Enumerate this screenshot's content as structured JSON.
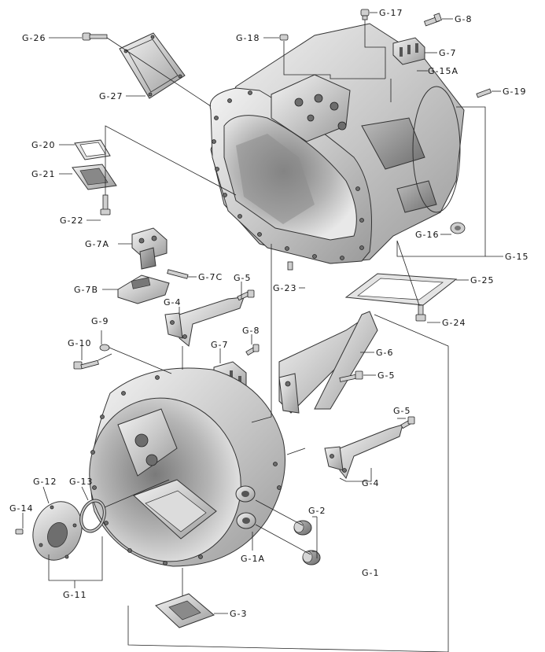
{
  "diagram": {
    "labels": {
      "G-1": "G-1",
      "G-1A": "G-1A",
      "G-2": "G-2",
      "G-3": "G-3",
      "G-4a": "G-4",
      "G-4b": "G-4",
      "G-5a": "G-5",
      "G-5b": "G-5",
      "G-5c": "G-5",
      "G-6": "G-6",
      "G-7": "G-7",
      "G-7mid": "G-7",
      "G-7A": "G-7A",
      "G-7B": "G-7B",
      "G-7C": "G-7C",
      "G-8": "G-8",
      "G-8mid": "G-8",
      "G-9": "G-9",
      "G-10": "G-10",
      "G-11": "G-11",
      "G-12": "G-12",
      "G-13": "G-13",
      "G-14": "G-14",
      "G-15": "G-15",
      "G-15A": "G-15A",
      "G-16": "G-16",
      "G-17": "G-17",
      "G-18": "G-18",
      "G-19": "G-19",
      "G-20": "G-20",
      "G-21": "G-21",
      "G-22": "G-22",
      "G-23": "G-23",
      "G-24": "G-24",
      "G-25": "G-25",
      "G-26": "G-26",
      "G-27": "G-27"
    }
  }
}
